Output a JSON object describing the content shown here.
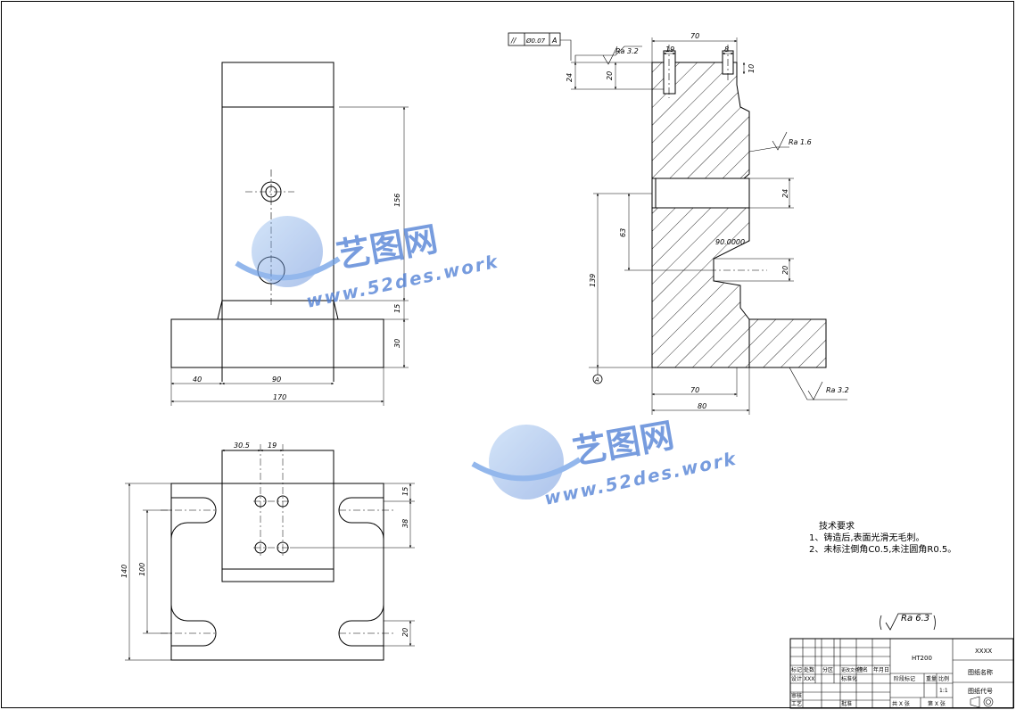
{
  "front_view": {
    "dims": {
      "h156": "156",
      "h15": "15",
      "h30": "30",
      "w40": "40",
      "w90": "90",
      "w170": "170"
    }
  },
  "side_view": {
    "parallelism": {
      "symbol": "//",
      "tolerance": "Ø0.07",
      "datum": "A"
    },
    "dims": {
      "d19": "19",
      "d70_top": "70",
      "d8": "8",
      "d10": "10",
      "d24_top": "24",
      "d20_top": "20",
      "d24_hole": "24",
      "d63": "63",
      "d139": "139",
      "d20_low": "20",
      "d70_bot": "70",
      "d80": "80",
      "angle": "90.0000"
    },
    "roughness": {
      "top": "Ra 3.2",
      "mid": "Ra 1.6",
      "bottom": "Ra 3.2"
    },
    "datum_label": "A"
  },
  "top_view": {
    "dims": {
      "d30_5": "30.5",
      "d19": "19",
      "d15": "15",
      "d38": "38",
      "d140": "140",
      "d100": "100",
      "d20": "20"
    }
  },
  "tech_requirements": {
    "title": "技术要求",
    "lines": [
      "1、铸造后,表面光滑无毛刺。",
      "2、未标注倒角C0.5,未注圆角R0.5。"
    ]
  },
  "general_roughness": "Ra 6.3",
  "title_block": {
    "material": "HT200",
    "company": "XXXX",
    "drawing_name": "图纸名称",
    "drawing_code": "图纸代号",
    "scale": "1:1",
    "labels": [
      "标记",
      "处数",
      "分区",
      "更改文件号",
      "签名",
      "年月日",
      "设计",
      "XXX",
      "标准化",
      "阶段标记",
      "重量",
      "比例",
      "审核",
      "工艺",
      "批准",
      "共 X 张",
      "第 X 张"
    ]
  },
  "watermark": {
    "cn": "艺图网",
    "url": "www.52des.work"
  }
}
